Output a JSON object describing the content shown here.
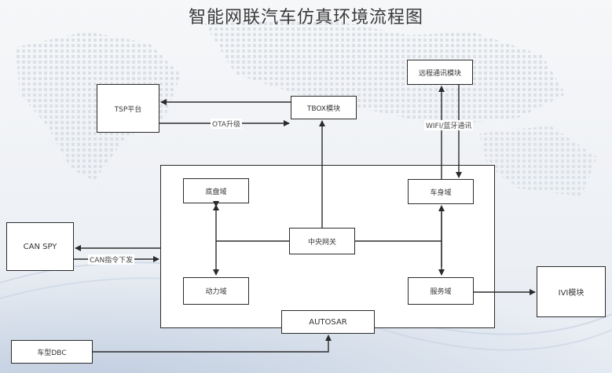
{
  "title": "智能网联汽车仿真环境流程图",
  "nodes": {
    "tsp": "TSP平台",
    "tbox": "TBOX模块",
    "remote_comm": "远程通讯模块",
    "chassis": "底盘域",
    "body": "车身域",
    "central_gateway": "中央网关",
    "power": "动力域",
    "service": "服务域",
    "autosar": "AUTOSAR",
    "can_spy": "CAN SPY",
    "ivi": "IVI模块",
    "vehicle_dbc": "车型DBC"
  },
  "edge_labels": {
    "ota": "OTA升级",
    "wifi_bt": "WIFI/蓝牙通讯",
    "can_cmd": "CAN指令下发"
  },
  "colors": {
    "line": "#2b2b2b",
    "box_fill": "#ffffff",
    "title": "#3a3a3a"
  }
}
